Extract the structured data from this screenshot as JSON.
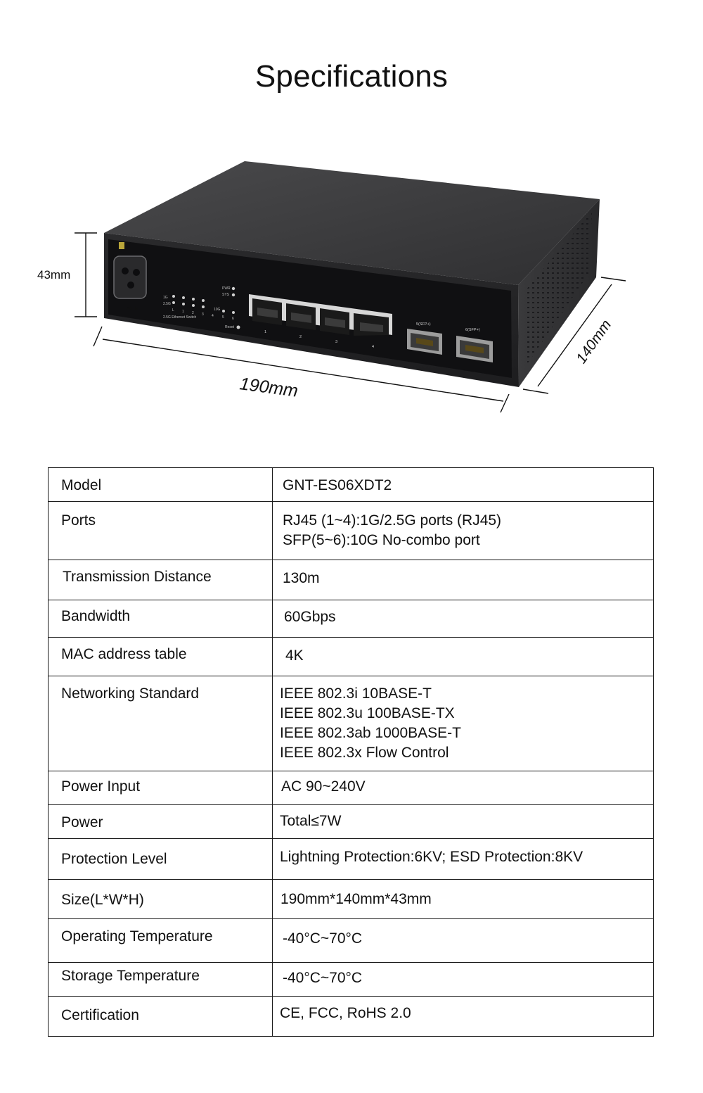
{
  "page": {
    "title": "Specifications"
  },
  "figure": {
    "dimensions": {
      "height": "43mm",
      "length": "190mm",
      "depth": "140mm"
    },
    "device": {
      "power_label": "AC IN",
      "panel_caption": "2.5G Ethernet Switch",
      "speed_labels": [
        "1G",
        "2.5G",
        "L"
      ],
      "led_port_numbers": [
        "1",
        "2",
        "3",
        "4"
      ],
      "status_labels": [
        "PWR",
        "SYS"
      ],
      "sfp_led_label": "10G",
      "sfp_led_numbers": [
        "5",
        "6"
      ],
      "reset_label": "Reset",
      "rj45_port_numbers": [
        "1",
        "2",
        "3",
        "4"
      ],
      "sfp_port_labels": [
        "5(SFP+)",
        "6(SFP+)"
      ]
    }
  },
  "specs": [
    {
      "label": "Model",
      "values": [
        "GNT-ES06XDT2"
      ]
    },
    {
      "label": "Ports",
      "values": [
        "RJ45 (1~4):1G/2.5G ports (RJ45)",
        "SFP(5~6):10G No-combo port"
      ]
    },
    {
      "label": "Transmission Distance",
      "values": [
        "130m"
      ]
    },
    {
      "label": "Bandwidth",
      "values": [
        "60Gbps"
      ]
    },
    {
      "label": "MAC address table",
      "values": [
        "4K"
      ]
    },
    {
      "label": "Networking Standard",
      "values": [
        "IEEE 802.3i 10BASE-T",
        "IEEE 802.3u 100BASE-TX",
        "IEEE 802.3ab 1000BASE-T",
        "IEEE 802.3x Flow Control"
      ]
    },
    {
      "label": "Power Input",
      "values": [
        "AC 90~240V"
      ]
    },
    {
      "label": "Power",
      "values": [
        "Total≤7W"
      ]
    },
    {
      "label": "Protection Level",
      "values": [
        "Lightning Protection:6KV; ESD Protection:8KV"
      ]
    },
    {
      "label": "Size(L*W*H)",
      "values": [
        "190mm*140mm*43mm"
      ]
    },
    {
      "label": "Operating Temperature",
      "values": [
        "-40°C~70°C"
      ]
    },
    {
      "label": "Storage Temperature",
      "values": [
        "-40°C~70°C"
      ]
    },
    {
      "label": "Certification",
      "values": [
        "CE, FCC, RoHS 2.0"
      ]
    }
  ]
}
